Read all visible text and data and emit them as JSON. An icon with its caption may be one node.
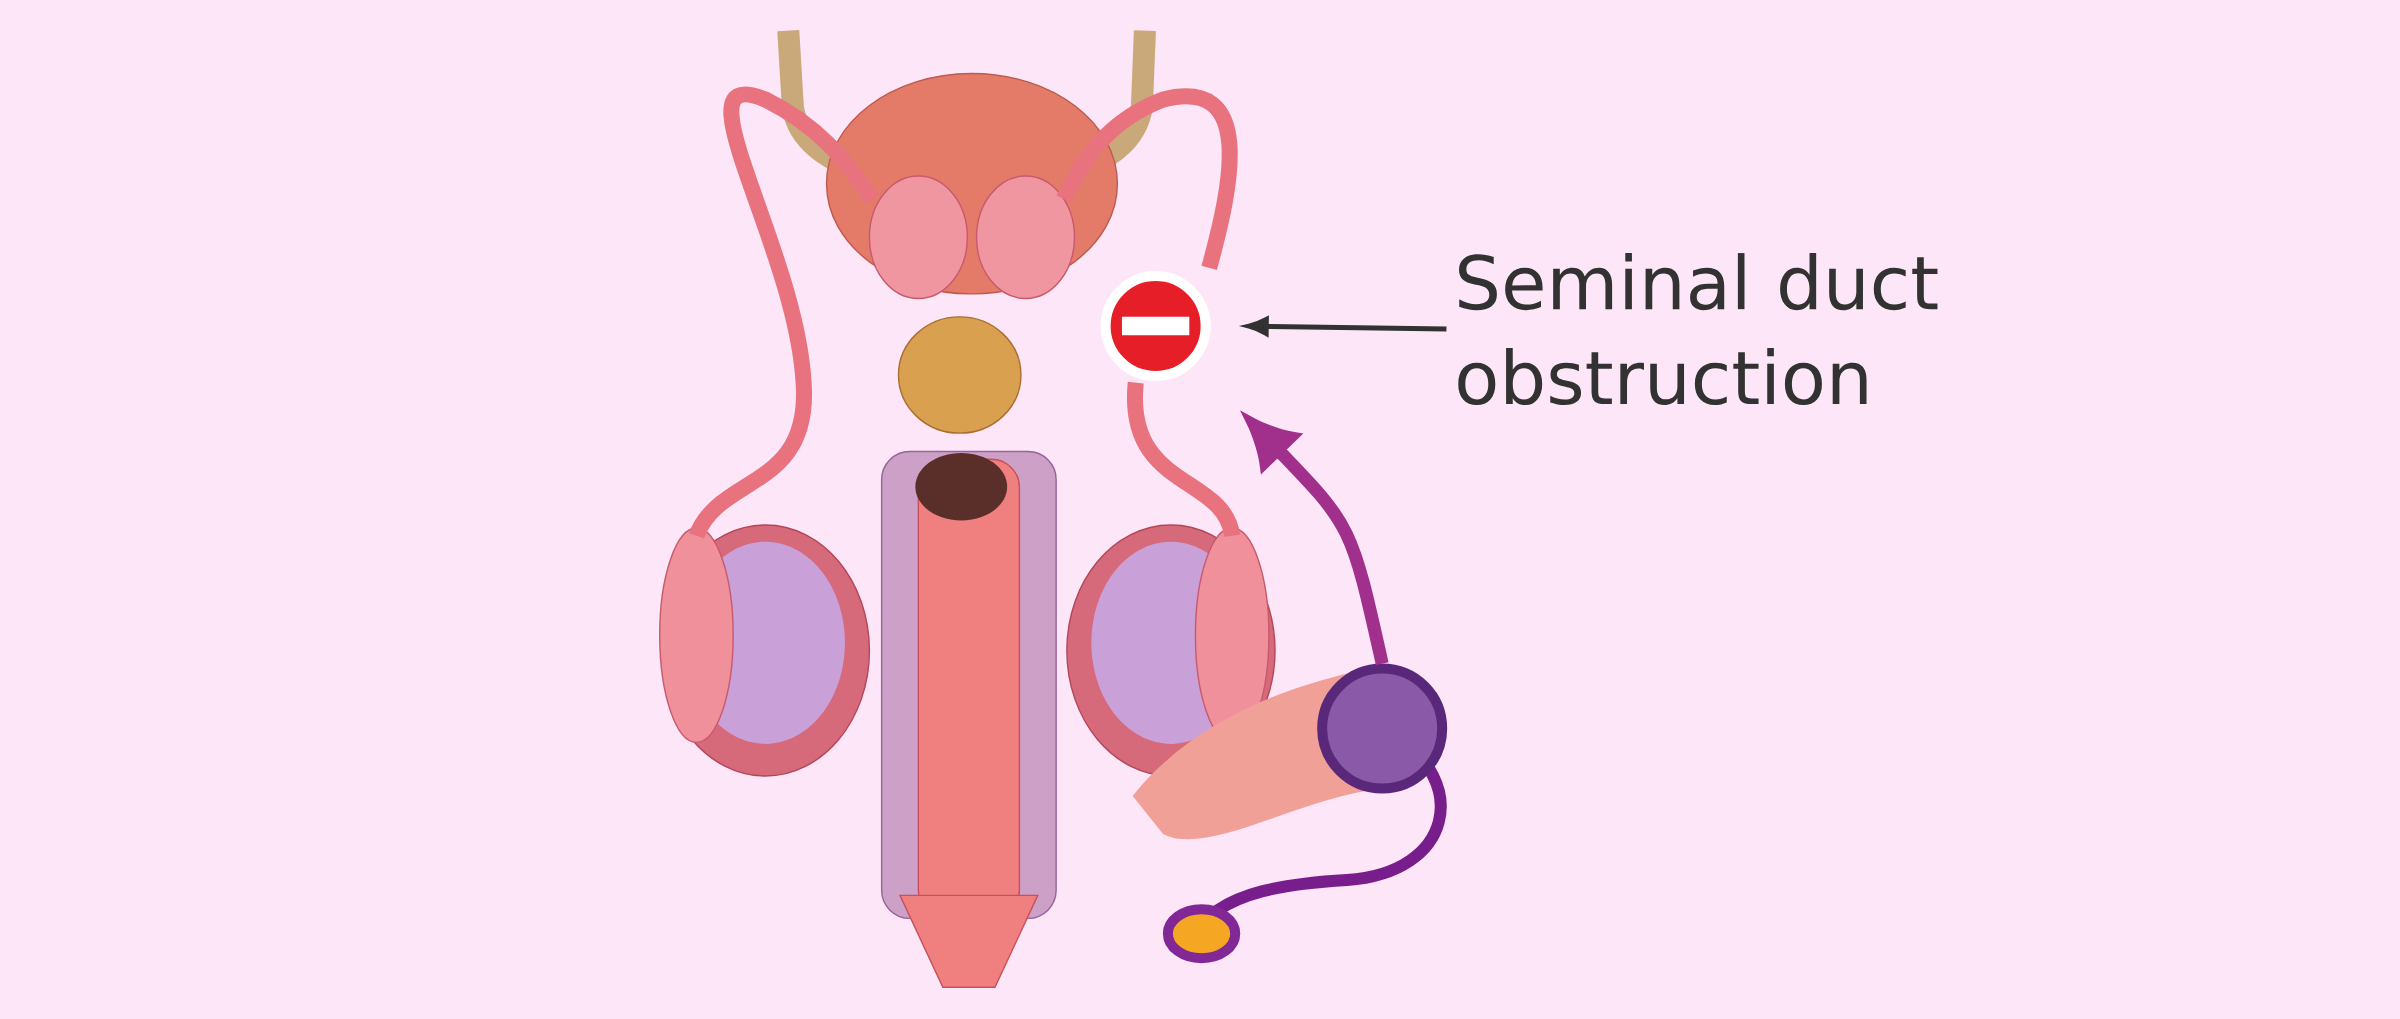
{
  "diagram": {
    "nodes": [
      {
        "text": [
          "Seminal duct obstruction"
        ]
      },
      {
        "text": [],
        "shape": "circle"
      },
      {
        "text": [],
        "shape": "circle"
      }
    ],
    "edges": [
      {
        "from": 0,
        "to": 1,
        "arrow": "to"
      },
      {
        "from": 2,
        "to": 1,
        "arrow": "to",
        "style": "thick",
        "color": "#a0308c"
      }
    ]
  }
}
